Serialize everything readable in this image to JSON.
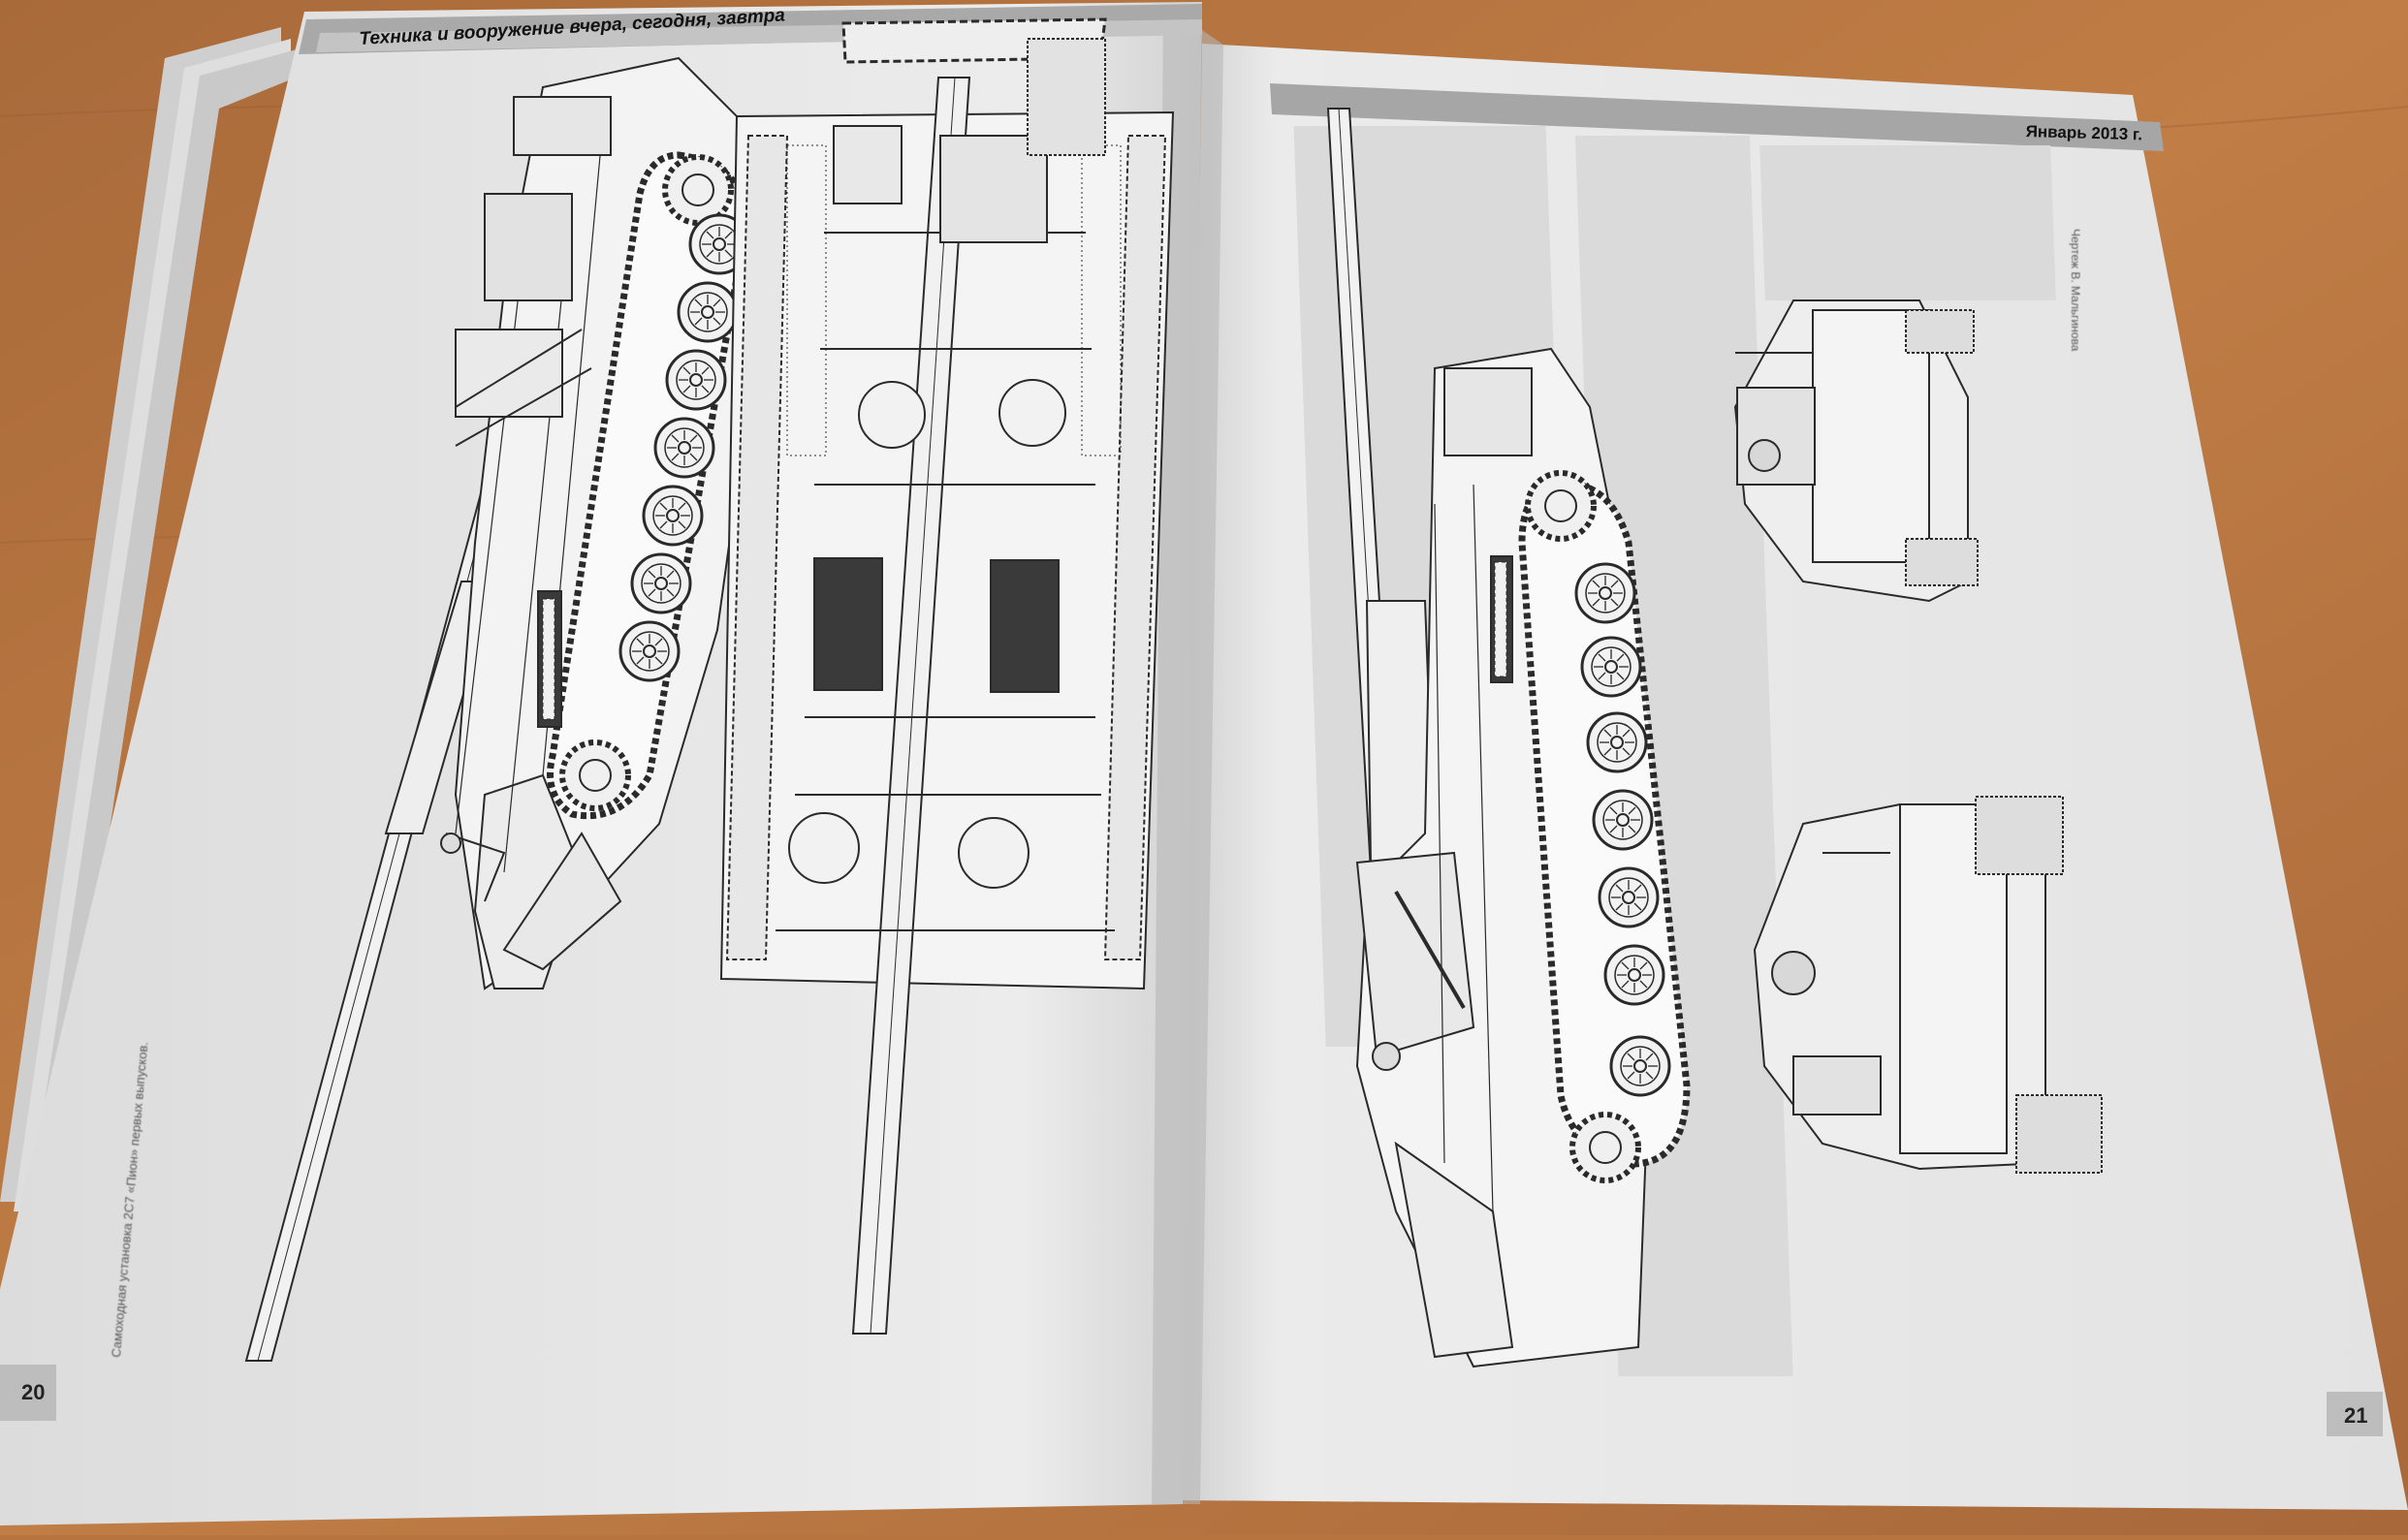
{
  "header_left": "Техника и вооружение вчера, сегодня, завтра",
  "header_right": "Январь 2013 г.",
  "caption_left": "Самоходная установка 2С7 «Пион» первых выпусков.",
  "credit_right": "Чертеж В. Мальгинова",
  "page_left": "20",
  "page_right": "21",
  "colors": {
    "table": "#b8743f",
    "paper": "#ececec",
    "ink": "#2a2a2a",
    "header_bar": "#aaaaaa"
  }
}
